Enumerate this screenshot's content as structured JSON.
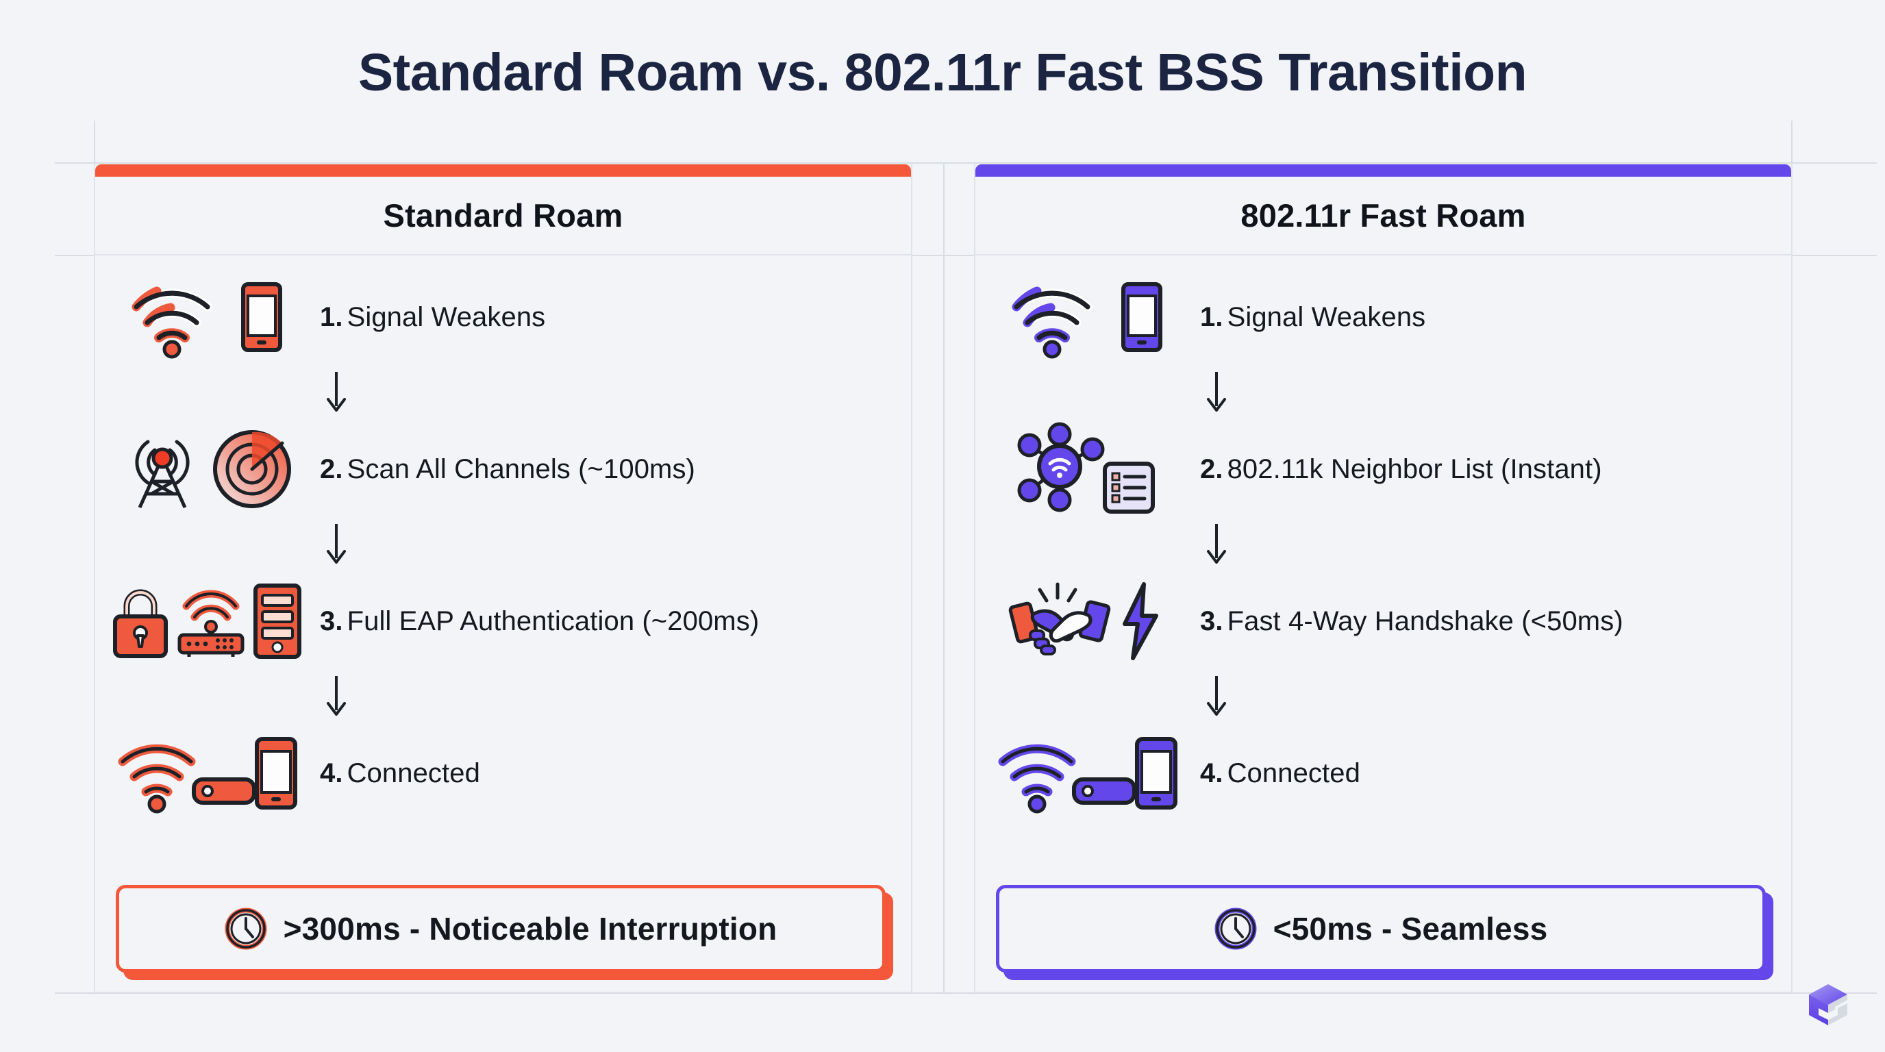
{
  "title": "Standard Roam vs. 802.11r Fast BSS Transition",
  "theme": {
    "background": "#f2f4f7",
    "title_color": "#1b2440",
    "accent_left": "#f4573a",
    "accent_right": "#6347ea",
    "guide_line": "#d9dde3",
    "panel_border": "#dfe3e9"
  },
  "columns": [
    {
      "id": "standard-roam",
      "header": "Standard Roam",
      "accent": "#f4573a",
      "steps": [
        {
          "num": "1.",
          "label": "Signal Weakens",
          "icons": [
            "wifi-weak-icon",
            "smartphone-icon"
          ]
        },
        {
          "num": "2.",
          "label": "Scan All Channels (~100ms)",
          "icons": [
            "radio-tower-icon",
            "radar-scan-icon"
          ]
        },
        {
          "num": "3.",
          "label": "Full EAP Authentication (~200ms)",
          "icons": [
            "padlock-icon",
            "router-icon",
            "server-icon"
          ]
        },
        {
          "num": "4.",
          "label": "Connected",
          "icons": [
            "wifi-full-icon",
            "access-point-icon",
            "smartphone-icon"
          ]
        }
      ],
      "arrow": "down-arrow-icon",
      "result": {
        "icon": "clock-icon",
        "text": ">300ms - Noticeable Interruption"
      }
    },
    {
      "id": "fast-roam",
      "header": "802.11r Fast Roam",
      "accent": "#6347ea",
      "steps": [
        {
          "num": "1.",
          "label": "Signal Weakens",
          "icons": [
            "wifi-weak-icon",
            "smartphone-icon"
          ]
        },
        {
          "num": "2.",
          "label": "802.11k Neighbor List (Instant)",
          "icons": [
            "network-hub-icon",
            "list-icon"
          ]
        },
        {
          "num": "3.",
          "label": "Fast 4-Way Handshake (<50ms)",
          "icons": [
            "handshake-icon",
            "lightning-bolt-icon"
          ]
        },
        {
          "num": "4.",
          "label": "Connected",
          "icons": [
            "wifi-full-icon",
            "access-point-icon",
            "smartphone-icon"
          ]
        }
      ],
      "arrow": "down-arrow-icon",
      "result": {
        "icon": "clock-icon",
        "text": "<50ms - Seamless"
      }
    }
  ],
  "logo": "isometric-cube-logo"
}
